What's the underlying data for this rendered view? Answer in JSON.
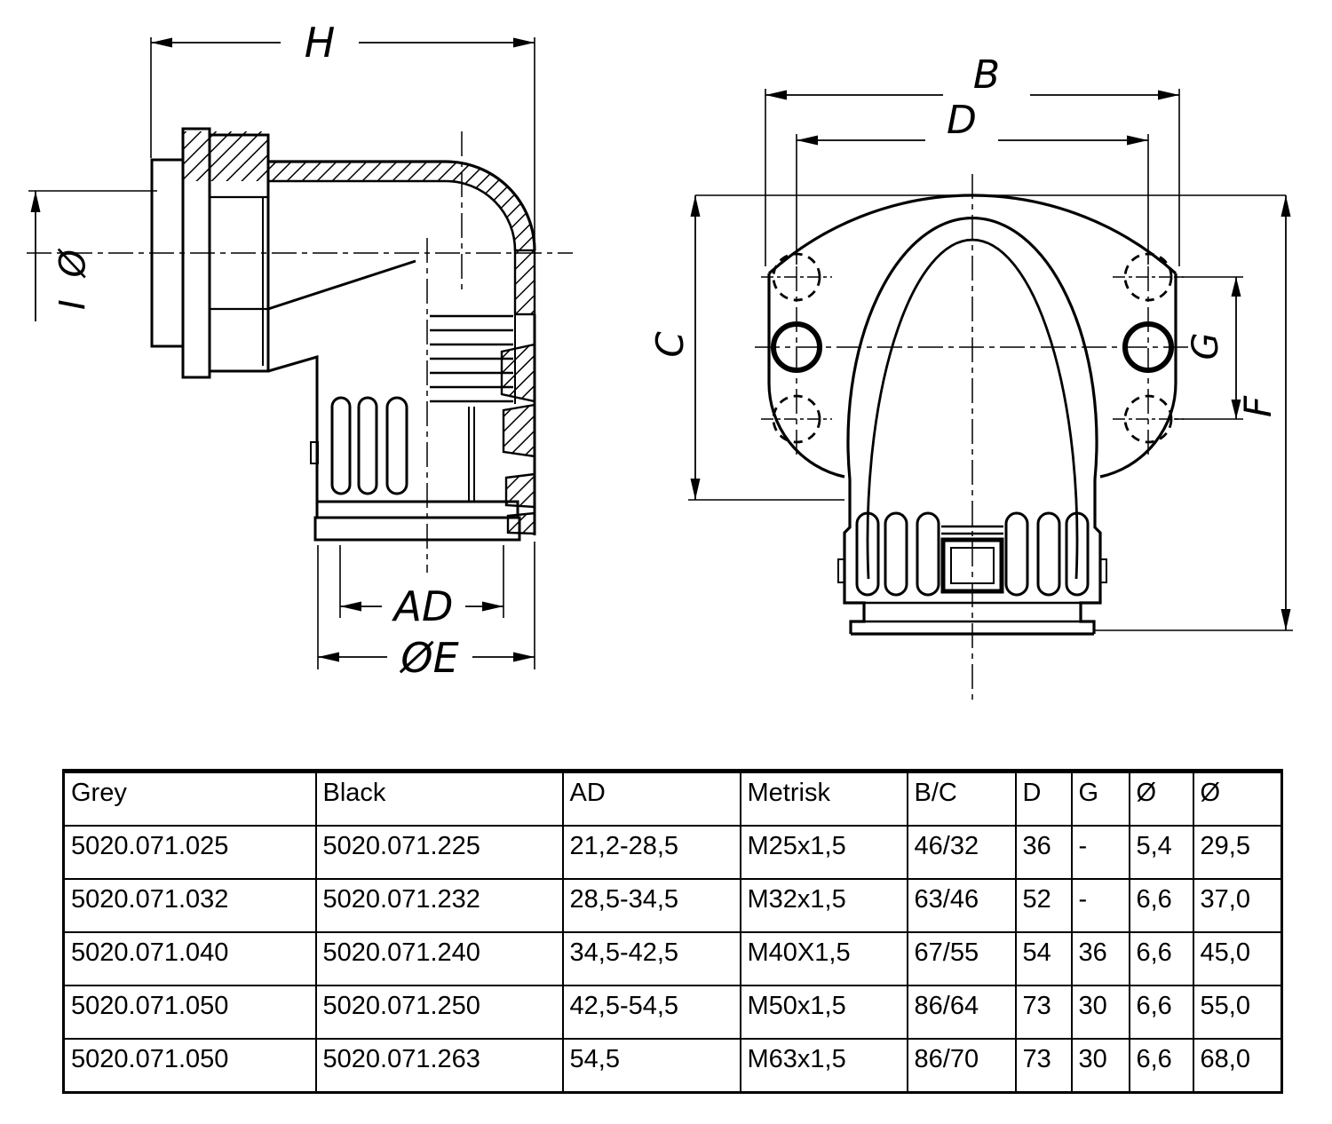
{
  "page": {
    "background": "#ffffff",
    "ink": "#000000"
  },
  "drawings": {
    "side_view": {
      "description": "sectioned side view of 90-degree elbow conduit fitting",
      "labels": {
        "h": "H",
        "diameter_i": "Ø I",
        "ad": "AD",
        "diameter_e": "ØE"
      }
    },
    "front_view": {
      "description": "front view of elbow flange with six bolt holes",
      "labels": {
        "b": "B",
        "d": "D",
        "c": "C",
        "g": "G",
        "f": "F"
      }
    }
  },
  "table": {
    "headers": [
      "Grey",
      "Black",
      "AD",
      "Metrisk",
      "B/C",
      "D",
      "G",
      "Ø",
      "Ø"
    ],
    "rows": [
      [
        "5020.071.025",
        "5020.071.225",
        "21,2-28,5",
        "M25x1,5",
        "46/32",
        "36",
        "-",
        "5,4",
        "29,5"
      ],
      [
        "5020.071.032",
        "5020.071.232",
        "28,5-34,5",
        "M32x1,5",
        "63/46",
        "52",
        "-",
        "6,6",
        "37,0"
      ],
      [
        "5020.071.040",
        "5020.071.240",
        "34,5-42,5",
        "M40X1,5",
        "67/55",
        "54",
        "36",
        "6,6",
        "45,0"
      ],
      [
        "5020.071.050",
        "5020.071.250",
        "42,5-54,5",
        "M50x1,5",
        "86/64",
        "73",
        "30",
        "6,6",
        "55,0"
      ],
      [
        "5020.071.050",
        "5020.071.263",
        "54,5",
        "M63x1,5",
        "86/70",
        "73",
        "30",
        "6,6",
        "68,0"
      ]
    ]
  }
}
